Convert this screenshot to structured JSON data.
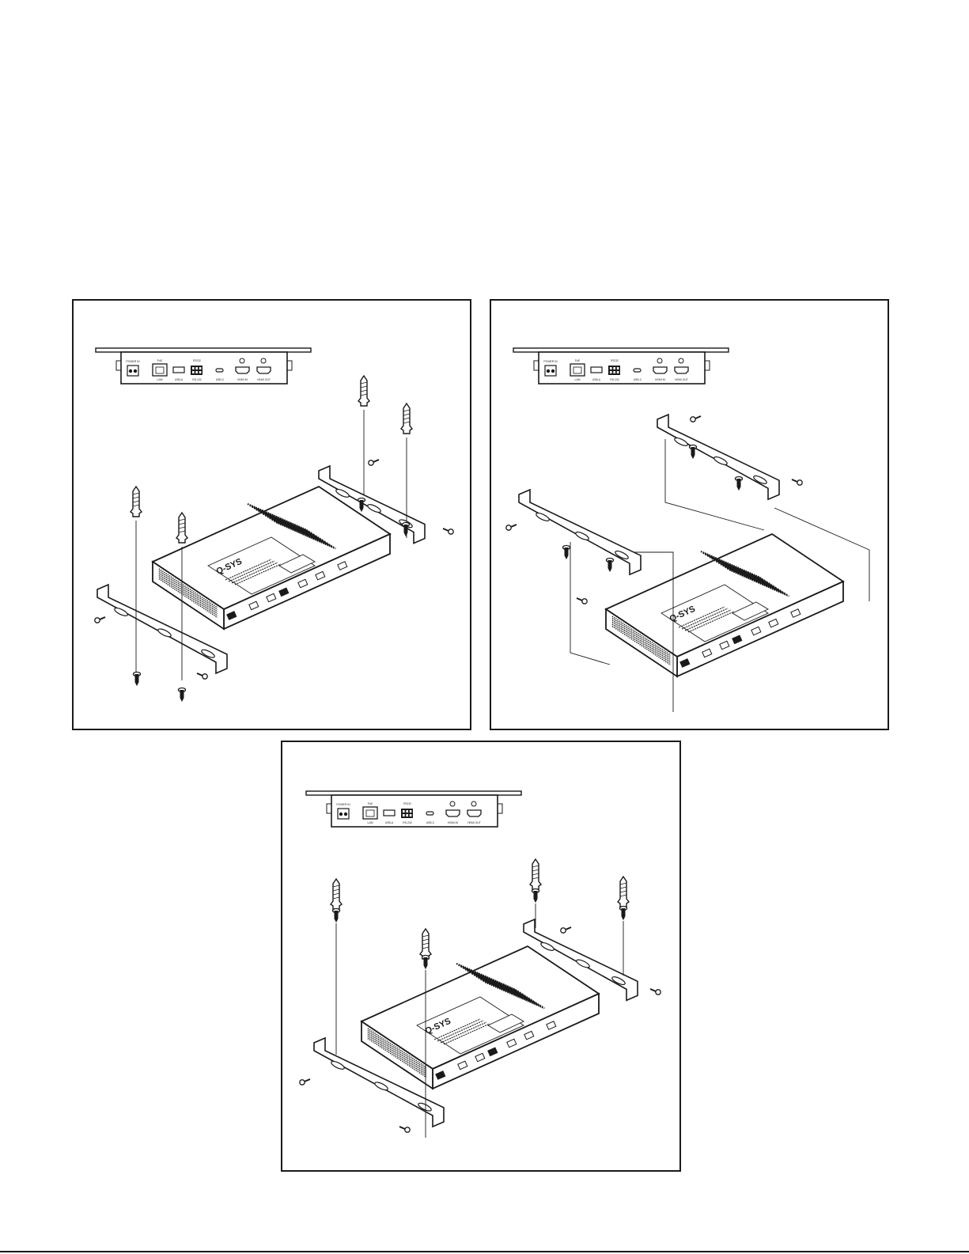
{
  "figure": {
    "panels": [
      {
        "id": "wall-mount-wood-screws",
        "device_label": "Q-SYS"
      },
      {
        "id": "surface-mount-machine-screws",
        "device_label": "Q-SYS"
      },
      {
        "id": "wall-mount-anchors",
        "device_label": "Q-SYS"
      }
    ],
    "rear_panel_labels": {
      "power": "POWER IN",
      "lan": "LAN",
      "poe": "PoE",
      "usb_a": "USB-A",
      "rs232": "RS-232",
      "usb_c": "USB-C",
      "hdmi_in": "HDMI IN",
      "hdmi_out": "HDMI OUT"
    },
    "colors": {
      "line": "#1a1a1a",
      "fill": "#ffffff",
      "vent": "#1a1a1a"
    }
  }
}
